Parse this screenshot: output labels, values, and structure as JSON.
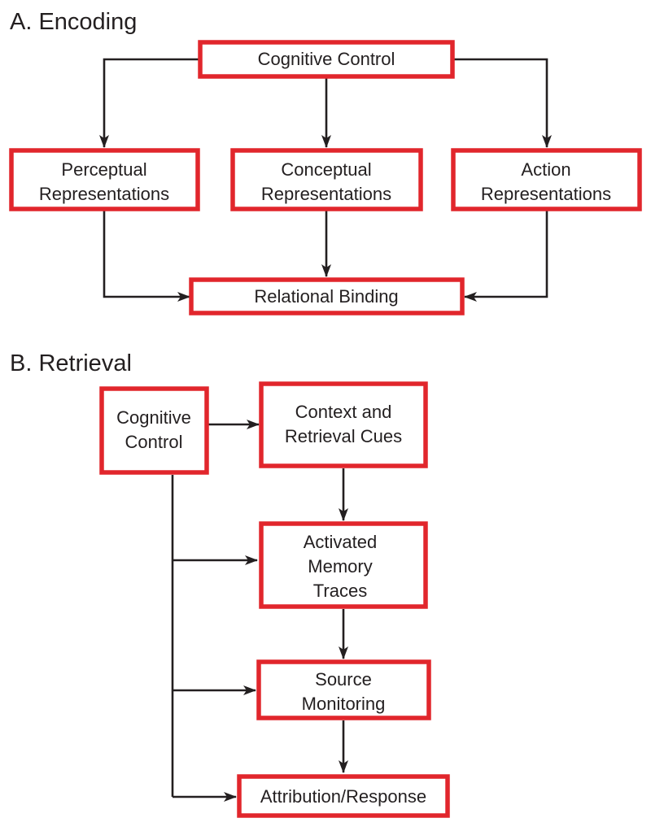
{
  "colors": {
    "box_border": "#e1262c",
    "arrow": "#231f20",
    "text": "#231f20"
  },
  "encoding": {
    "title": "A. Encoding",
    "cognitive_control": "Cognitive Control",
    "perceptual": [
      "Perceptual",
      "Representations"
    ],
    "conceptual": [
      "Conceptual",
      "Representations"
    ],
    "action": [
      "Action",
      "Representations"
    ],
    "relational_binding": "Relational Binding"
  },
  "retrieval": {
    "title": "B. Retrieval",
    "cognitive_control": [
      "Cognitive",
      "Control"
    ],
    "context_cues": [
      "Context and",
      "Retrieval Cues"
    ],
    "activated_traces": [
      "Activated",
      "Memory",
      "Traces"
    ],
    "source_monitoring": [
      "Source",
      "Monitoring"
    ],
    "attribution_response": "Attribution/Response"
  }
}
